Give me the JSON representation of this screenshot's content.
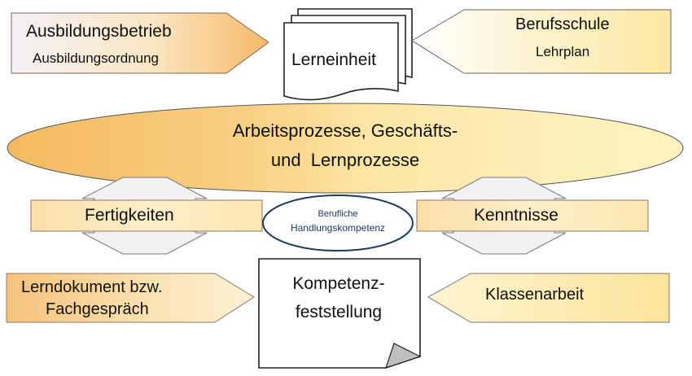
{
  "diagram": {
    "top_left": {
      "line1": "Ausbildungsbetrieb",
      "line2": "Ausbildungsordnung"
    },
    "top_center": {
      "label": "Lerneinheit"
    },
    "top_right": {
      "line1": "Berufsschule",
      "line2": "Lehrplan"
    },
    "process_ellipse": {
      "line1": "Arbeitsprozesse, Geschäfts-",
      "line2": "und  Lernprozesse"
    },
    "left_arrow": {
      "label": "Fertigkeiten"
    },
    "right_arrow": {
      "label": "Kenntnisse"
    },
    "competence_oval": {
      "line1": "Berufliche",
      "line2": "Handlungskompetenz"
    },
    "bottom_left": {
      "line1": "Lerndokument bzw.",
      "line2": "Fachgespräch"
    },
    "bottom_center": {
      "line1": "Kompetenz-",
      "line2": "feststellung"
    },
    "bottom_right": {
      "label": "Klassenarbeit"
    }
  },
  "colors": {
    "box_fill_light": "#fdf6d8",
    "box_fill_dark": "#f5c577",
    "ellipse_fill": "#f7cf7c",
    "oval_stroke": "#1f3a60",
    "stroke": "#333333"
  }
}
